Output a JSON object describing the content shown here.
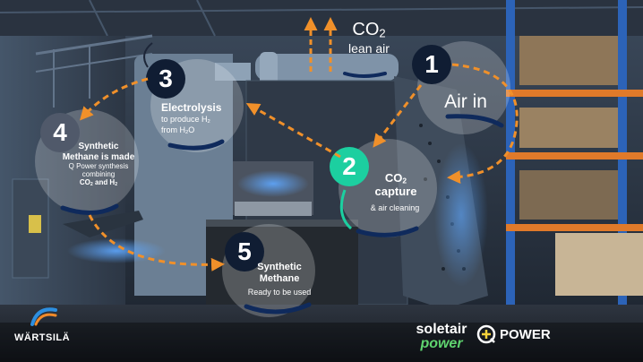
{
  "colors": {
    "accent_arrow": "#f0902a",
    "highlight_teal": "#1ccfa0",
    "dark_circle": "#101d33",
    "bubble_white": "#ffffff"
  },
  "top_output": {
    "formula_base": "CO",
    "formula_sub": "2",
    "subtitle": "lean air"
  },
  "steps": [
    {
      "number": "1",
      "title": "Air in"
    },
    {
      "number": "2",
      "title_base": "CO",
      "title_sub": "2",
      "title_rest": "capture",
      "subtitle": "& air cleaning"
    },
    {
      "number": "3",
      "title": "Electrolysis",
      "line2_base": "to produce H",
      "line2_sub": "2",
      "line3_base": "from H",
      "line3_sub": "2",
      "line3_rest": "O"
    },
    {
      "number": "4",
      "title_line1": "Synthetic",
      "title_line2": "Methane is made",
      "line3": "Q Power synthesis",
      "line4": "combining",
      "line5_a": "CO",
      "line5_a_sub": "2",
      "line5_mid": " and H",
      "line5_b_sub": "2"
    },
    {
      "number": "5",
      "title_line1": "Synthetic",
      "title_line2": "Methane",
      "subtitle": "Ready to be used"
    }
  ],
  "brands": {
    "wartsila": "WÄRTSILÄ",
    "soletair_top": "soletair",
    "soletair_bottom": "power",
    "qpower": "POWER"
  }
}
